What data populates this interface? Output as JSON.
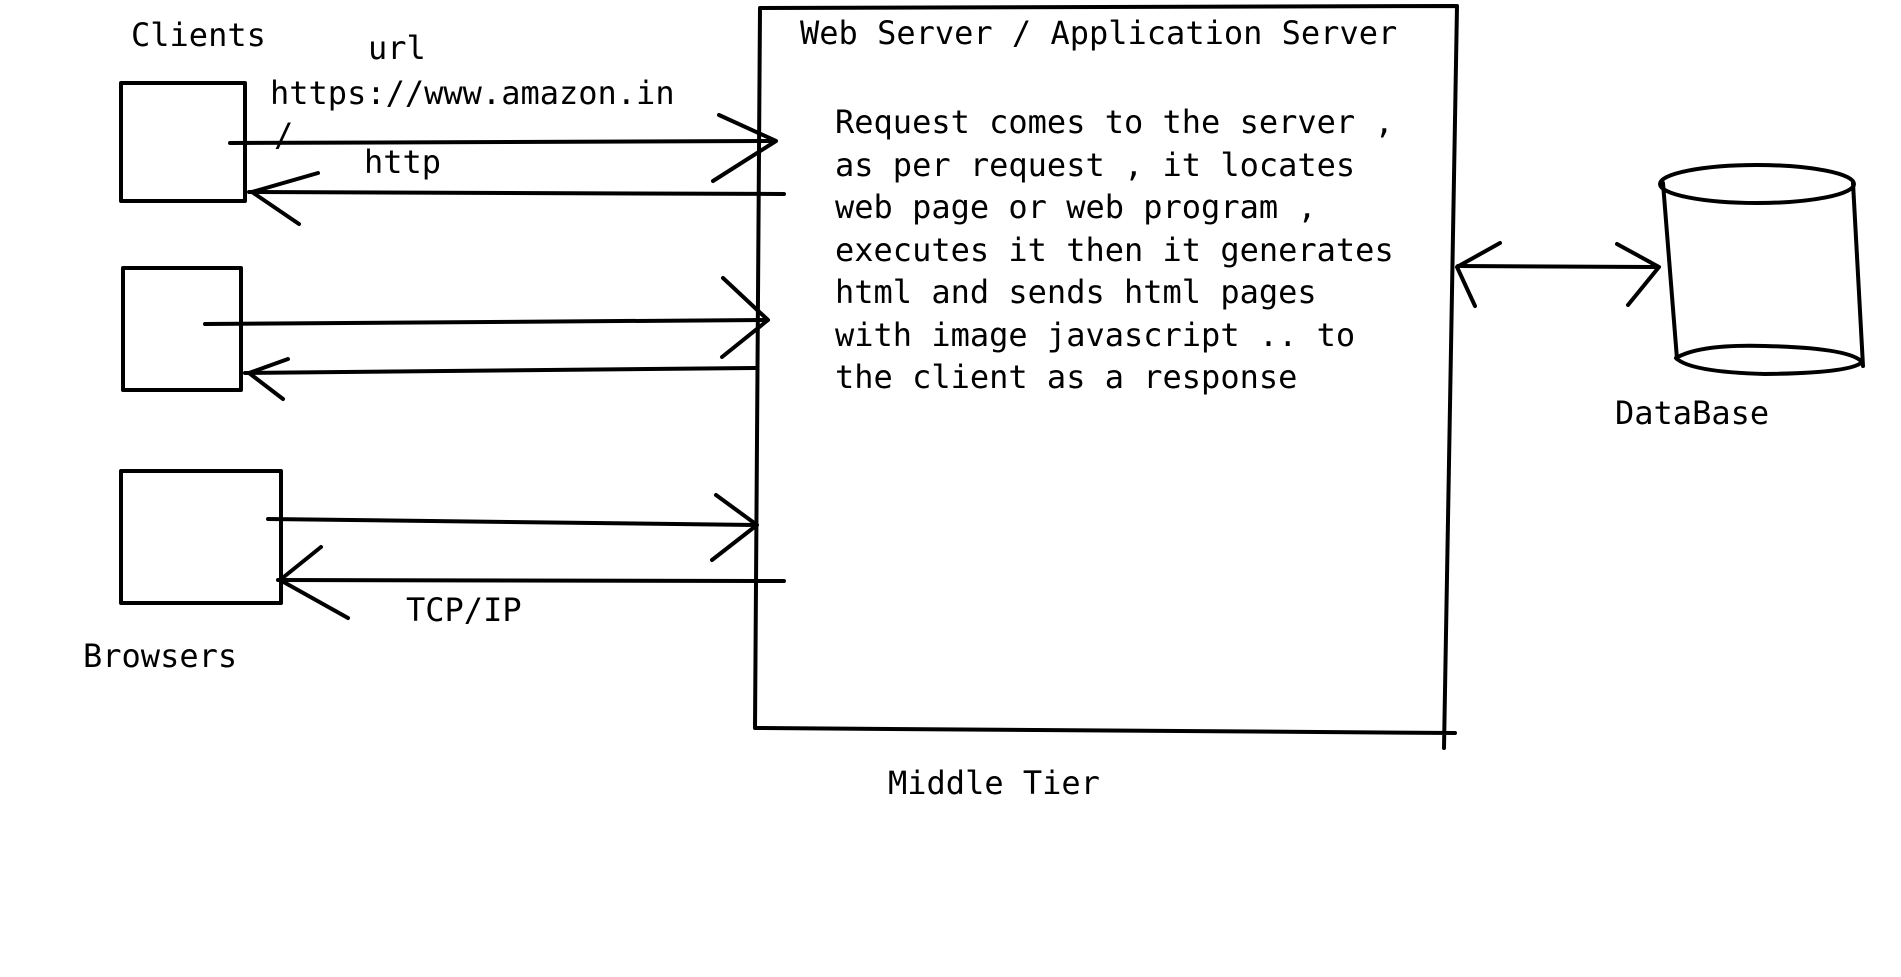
{
  "diagram": {
    "labels": {
      "clients": "Clients",
      "url": "url",
      "url_value": "https://www.amazon.in",
      "url_slash": "/",
      "http": "http",
      "tcp_ip": "TCP/IP",
      "browsers": "Browsers",
      "server_title": "Web Server / Application Server",
      "middle_tier": "Middle Tier",
      "database": "DataBase"
    },
    "server_description": [
      "Request comes to the server ,",
      "as per request , it locates",
      "web page or web program ,",
      "executes it then it generates",
      "html and sends html pages",
      "with image javascript .. to",
      "the client as a response"
    ]
  }
}
